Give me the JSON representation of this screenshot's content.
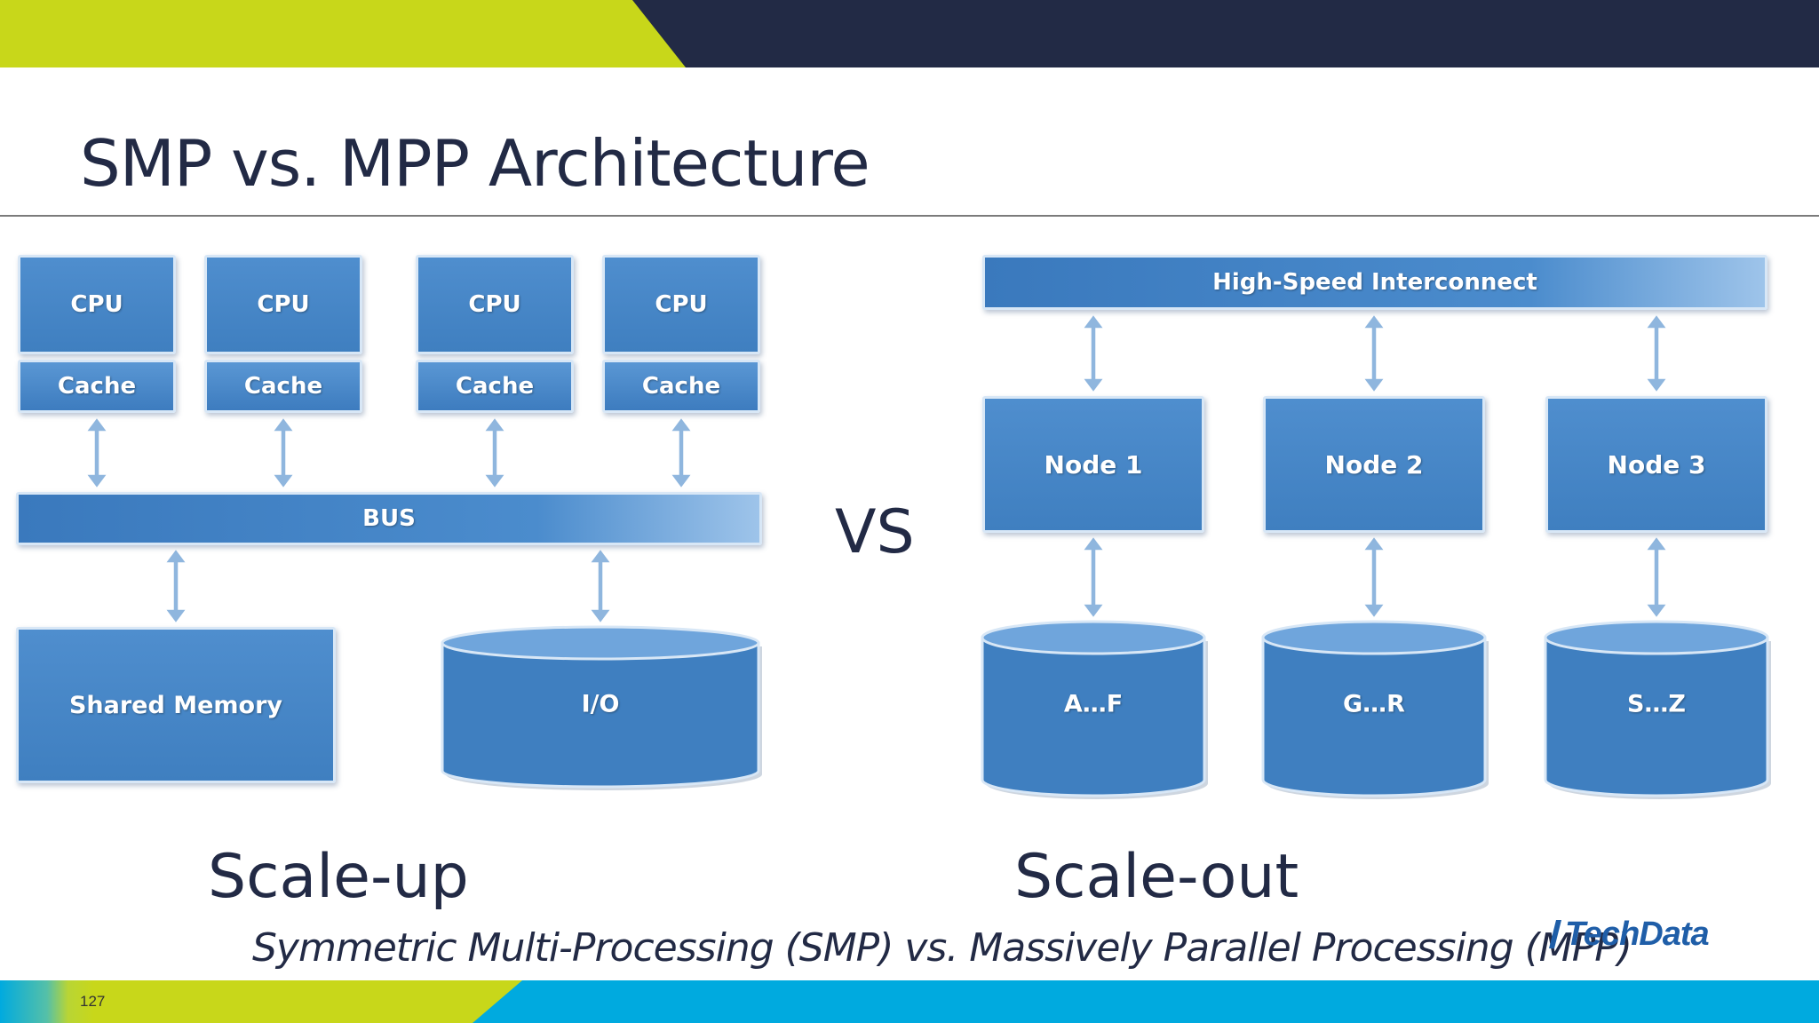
{
  "slide": {
    "title": "SMP vs. MPP Architecture",
    "vs": "VS",
    "scale_up": "Scale-up",
    "scale_out": "Scale-out",
    "subtitle": "Symmetric Multi-Processing (SMP) vs. Massively Parallel Processing (MPP)",
    "page_number": "127",
    "logo": "TechData"
  },
  "smp": {
    "cpus": [
      {
        "cpu": "CPU",
        "cache": "Cache"
      },
      {
        "cpu": "CPU",
        "cache": "Cache"
      },
      {
        "cpu": "CPU",
        "cache": "Cache"
      },
      {
        "cpu": "CPU",
        "cache": "Cache"
      }
    ],
    "bus": "BUS",
    "memory": "Shared Memory",
    "io": "I/O"
  },
  "mpp": {
    "interconnect": "High-Speed Interconnect",
    "nodes": [
      {
        "node": "Node 1",
        "storage": "A…F"
      },
      {
        "node": "Node 2",
        "storage": "G…R"
      },
      {
        "node": "Node 3",
        "storage": "S…Z"
      }
    ]
  },
  "colors": {
    "banner_lime": "#c8d71a",
    "banner_navy": "#222a45",
    "banner_cyan": "#00aadf",
    "box_blue": "#4585c6",
    "arrow_blue": "#8fb6de",
    "text_dark": "#222a45"
  }
}
